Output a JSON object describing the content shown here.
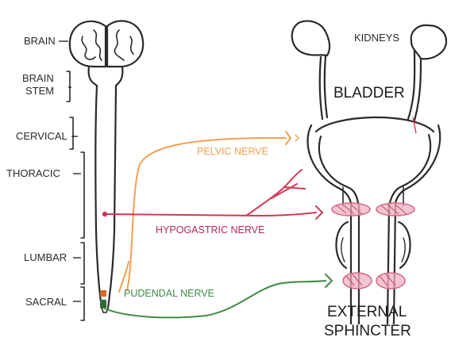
{
  "labels": {
    "brain": "BRAIN",
    "brain_stem_1": "BRAIN",
    "brain_stem_2": "STEM",
    "cervical": "CERVICAL",
    "thoracic": "THORACIC",
    "lumbar": "LUMBAR",
    "sacral": "SACRAL",
    "kidneys": "KIDNEYS",
    "bladder": "BLADDER",
    "pelvic_nerve": "PELVIC NERVE",
    "hypogastric_nerve": "HYPOGASTRIC NERVE",
    "pudendal_nerve": "PUDENDAL NERVE",
    "external_1": "EXTERNAL",
    "external_2": "SPHINCTER"
  },
  "colors": {
    "pelvic": "#f0a050",
    "hypogastric": "#d03a55",
    "pudendal": "#3f8a45",
    "sphincter": "#e58aa0",
    "ink": "#2a2a2a"
  }
}
